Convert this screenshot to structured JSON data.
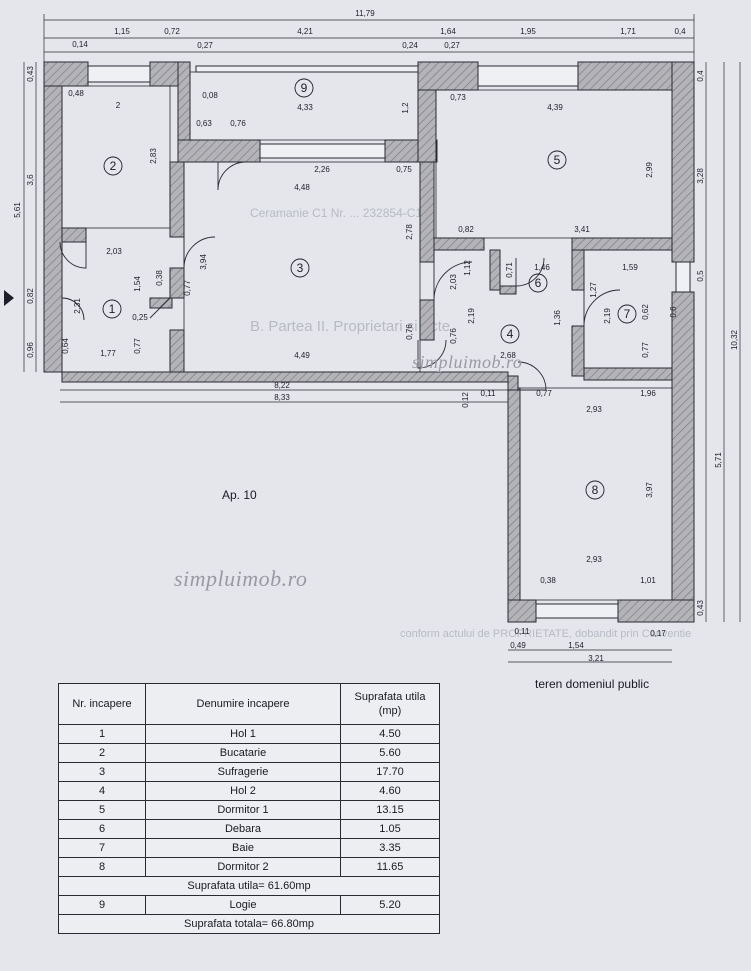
{
  "plan": {
    "apartment_label": "Ap. 10",
    "outside_label": "teren domeniul public",
    "watermark": "simpluimob.ro",
    "rooms": [
      "1",
      "2",
      "3",
      "4",
      "5",
      "6",
      "7",
      "8",
      "9"
    ],
    "dims": {
      "total_width": "11,79",
      "top_row": [
        "0,14",
        "1,15",
        "0,72",
        "4,21",
        "1,64",
        "1,95",
        "1,71",
        "0,4"
      ],
      "top_row_b": [
        "0,27",
        "0,24",
        "0,27"
      ],
      "left_col": [
        "0,43",
        "3,6",
        "5,61",
        "0,82",
        "0,96"
      ],
      "right_col": [
        "0,4",
        "3,28",
        "0,5",
        "10,32",
        "5,71",
        "0,43"
      ],
      "inner": [
        "0,48",
        "2",
        "0,08",
        "4,33",
        "1,2",
        "0,73",
        "4,39",
        "0,63",
        "0,76",
        "2,26",
        "0,75",
        "4,48",
        "2,83",
        "2,99",
        "2,78",
        "0,82",
        "3,41",
        "2,03",
        "3,94",
        "1,46",
        "1,59",
        "0,38",
        "1,54",
        "0,77",
        "0,25",
        "2,31",
        "0,64",
        "1,77",
        "0,77",
        "4,49",
        "0,76",
        "1,12",
        "0,71",
        "1,27",
        "2,03",
        "2,19",
        "0,76",
        "1,36",
        "2,19",
        "0,62",
        "0,77",
        "2,68",
        "8,22",
        "8,33",
        "0,12",
        "0,11",
        "0,77",
        "2,93",
        "1,96",
        "3,97",
        "2,93",
        "0,38",
        "1,01",
        "0,11",
        "0,49",
        "1,54",
        "0,17",
        "3,21",
        "0,6"
      ]
    }
  },
  "table": {
    "headers": [
      "Nr. incapere",
      "Denumire incapere",
      "Suprafata utila (mp)"
    ],
    "rows": [
      {
        "nr": "1",
        "name": "Hol 1",
        "area": "4.50"
      },
      {
        "nr": "2",
        "name": "Bucatarie",
        "area": "5.60"
      },
      {
        "nr": "3",
        "name": "Sufragerie",
        "area": "17.70"
      },
      {
        "nr": "4",
        "name": "Hol 2",
        "area": "4.60"
      },
      {
        "nr": "5",
        "name": "Dormitor 1",
        "area": "13.15"
      },
      {
        "nr": "6",
        "name": "Debara",
        "area": "1.05"
      },
      {
        "nr": "7",
        "name": "Baie",
        "area": "3.35"
      },
      {
        "nr": "8",
        "name": "Dormitor 2",
        "area": "11.65"
      }
    ],
    "subtotal": "Suprafata utila= 61.60mp",
    "logia": {
      "nr": "9",
      "name": "Logie",
      "area": "5.20"
    },
    "total": "Suprafata totala= 66.80mp"
  },
  "background_text": {
    "heading": "B. Partea II. Proprietari si acte",
    "lines": [
      "Ceramanie C1 Nr. ... 232854-C1",
      "conform actului de PROPRIETATE, dobandit prin Conventie"
    ]
  },
  "colors": {
    "wall": "#a8a8ad",
    "line": "#2a2a33",
    "paper": "#e4e6eb"
  }
}
